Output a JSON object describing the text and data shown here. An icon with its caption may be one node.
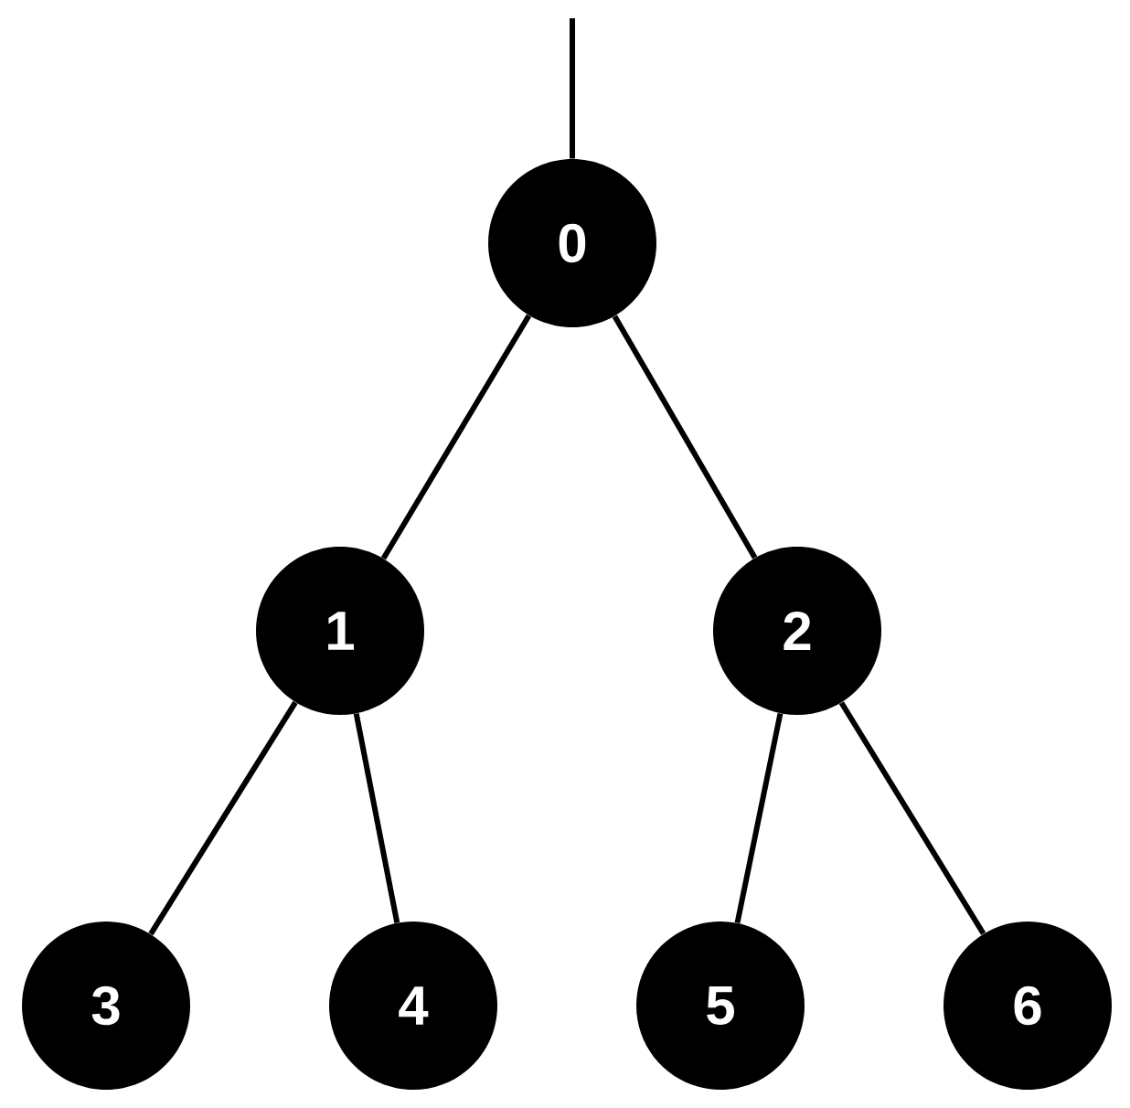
{
  "diagram": {
    "nodes": [
      {
        "text": [
          "0"
        ]
      },
      {
        "text": [
          "1"
        ]
      },
      {
        "text": [
          "2"
        ]
      },
      {
        "text": [
          "3"
        ]
      },
      {
        "text": [
          "4"
        ]
      },
      {
        "text": [
          "5"
        ]
      },
      {
        "text": [
          "6"
        ]
      }
    ],
    "edges": [
      {
        "from": null,
        "to": 0,
        "arrow": "none"
      },
      {
        "from": 0,
        "to": 1,
        "arrow": "none"
      },
      {
        "from": 0,
        "to": 2,
        "arrow": "none"
      },
      {
        "from": 1,
        "to": 3,
        "arrow": "none"
      },
      {
        "from": 1,
        "to": 4,
        "arrow": "none"
      },
      {
        "from": 2,
        "to": 5,
        "arrow": "none"
      },
      {
        "from": 2,
        "to": 6,
        "arrow": "none"
      }
    ]
  }
}
